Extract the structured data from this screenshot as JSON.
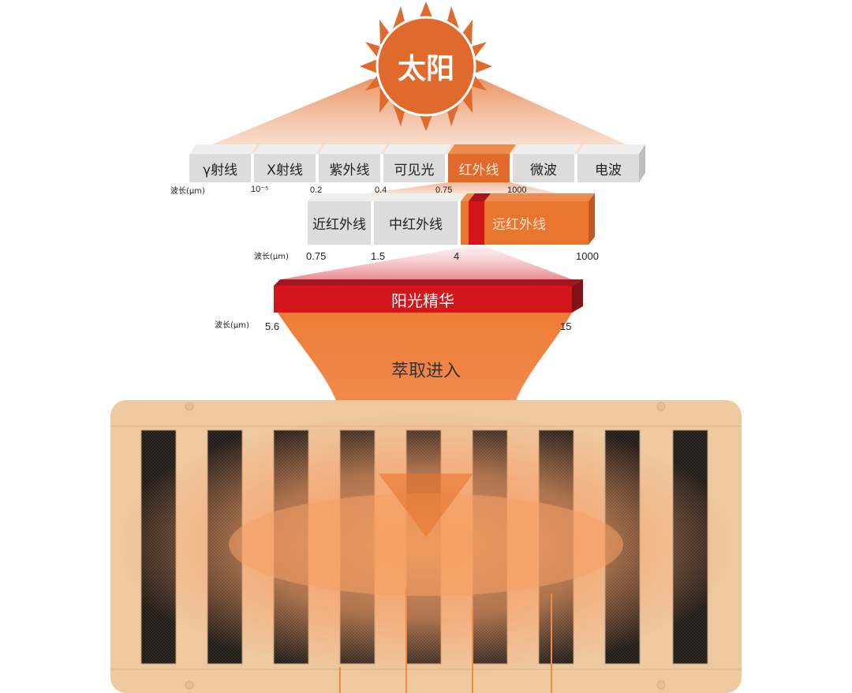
{
  "sun": {
    "label": "太阳",
    "color": "#e06a2c"
  },
  "spectrum": {
    "axis_label": "波长(μm)",
    "bands": [
      {
        "label": "γ射线",
        "highlight": false
      },
      {
        "label": "X射线",
        "highlight": false
      },
      {
        "label": "紫外线",
        "highlight": false
      },
      {
        "label": "可见光",
        "highlight": false
      },
      {
        "label": "红外线",
        "highlight": true
      },
      {
        "label": "微波",
        "highlight": false
      },
      {
        "label": "电波",
        "highlight": false
      }
    ],
    "ticks": [
      "10⁻⁵",
      "0.2",
      "0.4",
      "0.75",
      "1000"
    ]
  },
  "infrared": {
    "axis_label": "波长(μm)",
    "bands": [
      {
        "label": "近红外线",
        "highlight": false
      },
      {
        "label": "中红外线",
        "highlight": false
      },
      {
        "label": "远红外线",
        "highlight": true
      }
    ],
    "ticks": [
      "0.75",
      "1.5",
      "4",
      "1000"
    ]
  },
  "essence": {
    "label": "阳光精华",
    "axis_label": "波长(μm)",
    "ticks": [
      "5.6",
      "15"
    ],
    "color": "#d4161a"
  },
  "extract": {
    "label": "萃取进入"
  },
  "panel": {
    "slot_count": 9,
    "wood_color": "#eec9a0"
  }
}
